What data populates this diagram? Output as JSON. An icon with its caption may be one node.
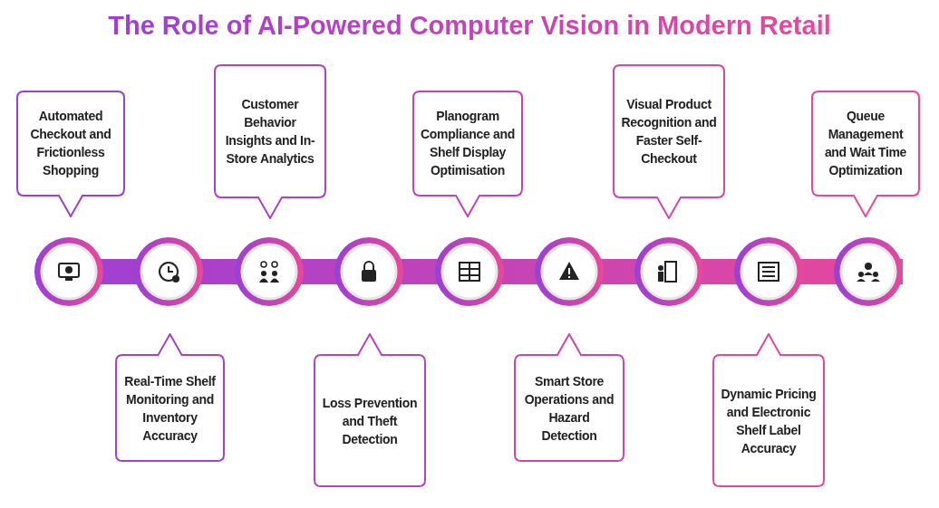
{
  "diagram": {
    "title": "The Role of AI-Powered Computer Vision in Modern Retail",
    "nodes": [
      {
        "text": [
          "Automated Checkout and Frictionless Shopping"
        ]
      },
      {
        "text": [
          "Real-Time Shelf Monitoring and Inventory Accuracy"
        ]
      },
      {
        "text": [
          "Customer Behavior Insights and In-Store Analytics"
        ]
      },
      {
        "text": [
          "Loss Prevention and Theft Detection"
        ]
      },
      {
        "text": [
          "Planogram Compliance and Shelf Display Optimisation"
        ]
      },
      {
        "text": [
          "Smart Store Operations and Hazard Detection"
        ]
      },
      {
        "text": [
          "Visual Product Recognition and Faster Self-Checkout"
        ]
      },
      {
        "text": [
          "Dynamic Pricing and Electronic Shelf Label Accuracy"
        ]
      },
      {
        "text": [
          "Queue Management and Wait Time Optimization"
        ]
      }
    ]
  }
}
